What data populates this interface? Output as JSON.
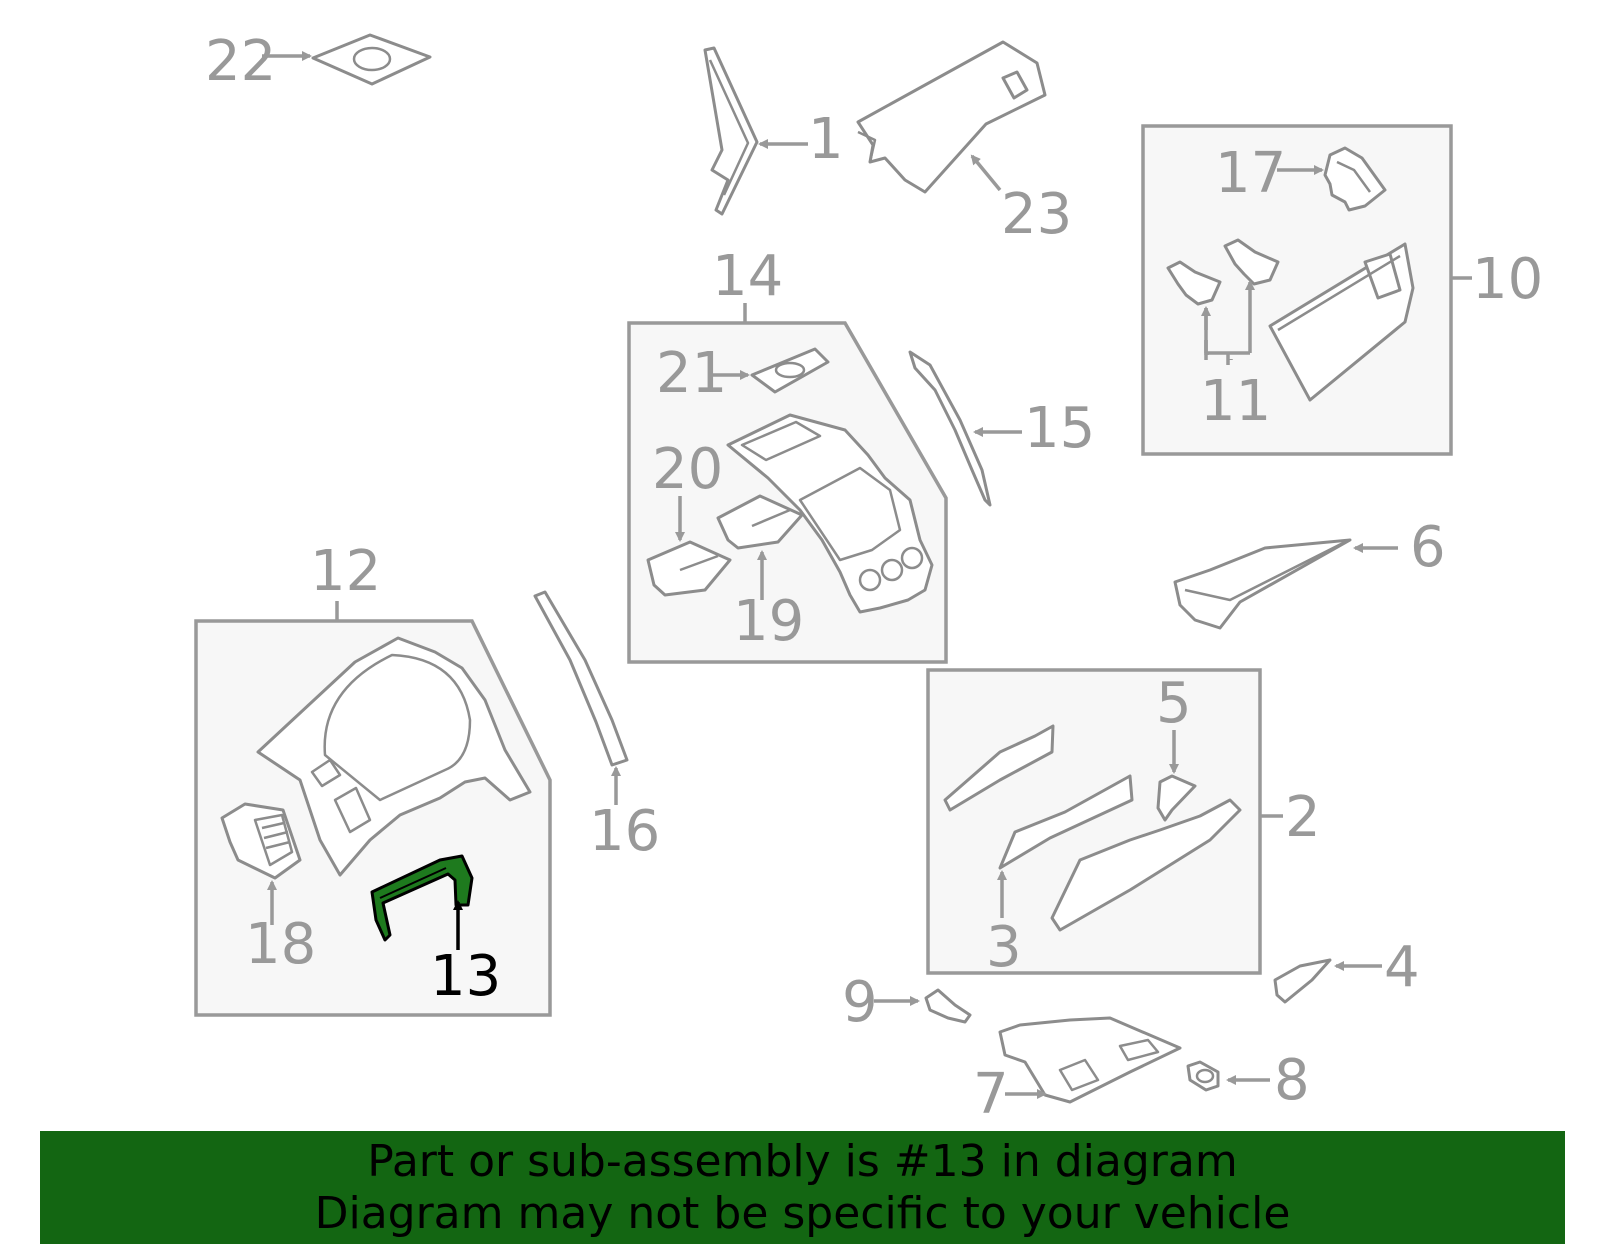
{
  "callouts": {
    "c1": "1",
    "c2": "2",
    "c3": "3",
    "c4": "4",
    "c5": "5",
    "c6": "6",
    "c7": "7",
    "c8": "8",
    "c9": "9",
    "c10": "10",
    "c11": "11",
    "c12": "12",
    "c13": "13",
    "c14": "14",
    "c15": "15",
    "c16": "16",
    "c17": "17",
    "c18": "18",
    "c19": "19",
    "c20": "20",
    "c21": "21",
    "c22": "22",
    "c23": "23"
  },
  "highlight": {
    "part": "13",
    "color": "#1e7a1e"
  },
  "banner": {
    "line1": "Part or sub-assembly is #13 in diagram",
    "line2": "Diagram may not be specific to your vehicle",
    "background": "#136612"
  }
}
